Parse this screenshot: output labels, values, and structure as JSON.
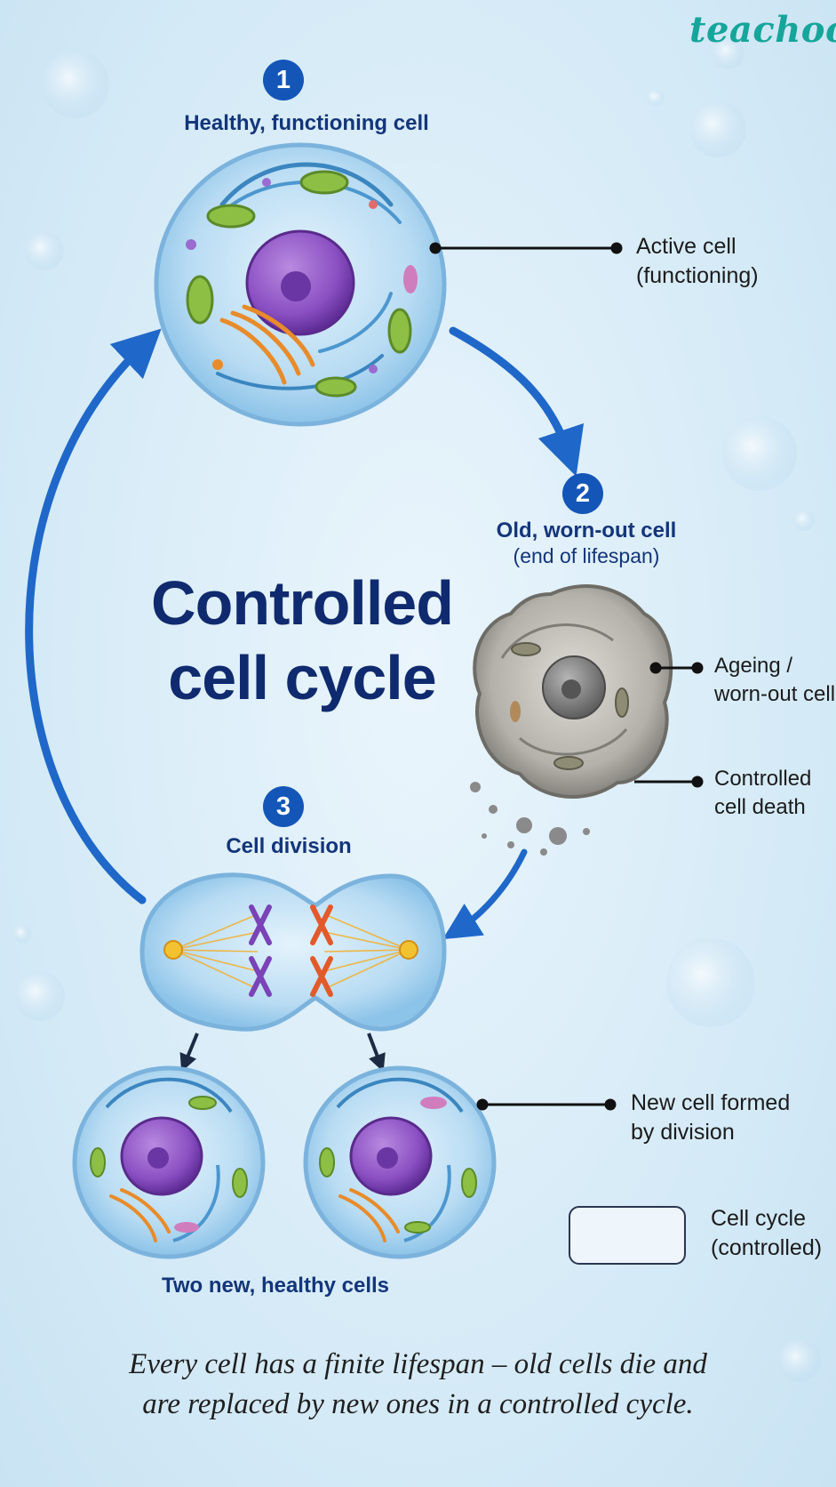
{
  "brand": {
    "logo_text": "teachoo"
  },
  "diagram": {
    "title_line1": "Controlled",
    "title_line2": "cell cycle",
    "stages": [
      {
        "number": "1",
        "label": "Healthy, functioning cell"
      },
      {
        "number": "2",
        "label": "Old, worn-out cell",
        "sublabel": "(end of lifespan)"
      },
      {
        "number": "3",
        "label": "Cell division"
      }
    ],
    "result_label": "Two new, healthy cells",
    "callouts": {
      "active_line1": "Active cell",
      "active_line2": "(functioning)",
      "ageing_line1": "Ageing /",
      "ageing_line2": "worn-out cell",
      "death_line1": "Controlled",
      "death_line2": "cell death",
      "newcell_line1": "New cell formed",
      "newcell_line2": "by division"
    },
    "legend": {
      "line1": "Cell cycle",
      "line2": "(controlled)"
    },
    "caption_line1": "Every cell has a finite lifespan – old cells die and",
    "caption_line2": "are replaced by new ones in a controlled cycle."
  },
  "colors": {
    "arrow_blue": "#1f68c9",
    "label_navy": "#13357a",
    "nucleus_purple": "#8a4fc2",
    "old_cell_gray": "#a7a59f",
    "brand_teal": "#16a59a"
  }
}
